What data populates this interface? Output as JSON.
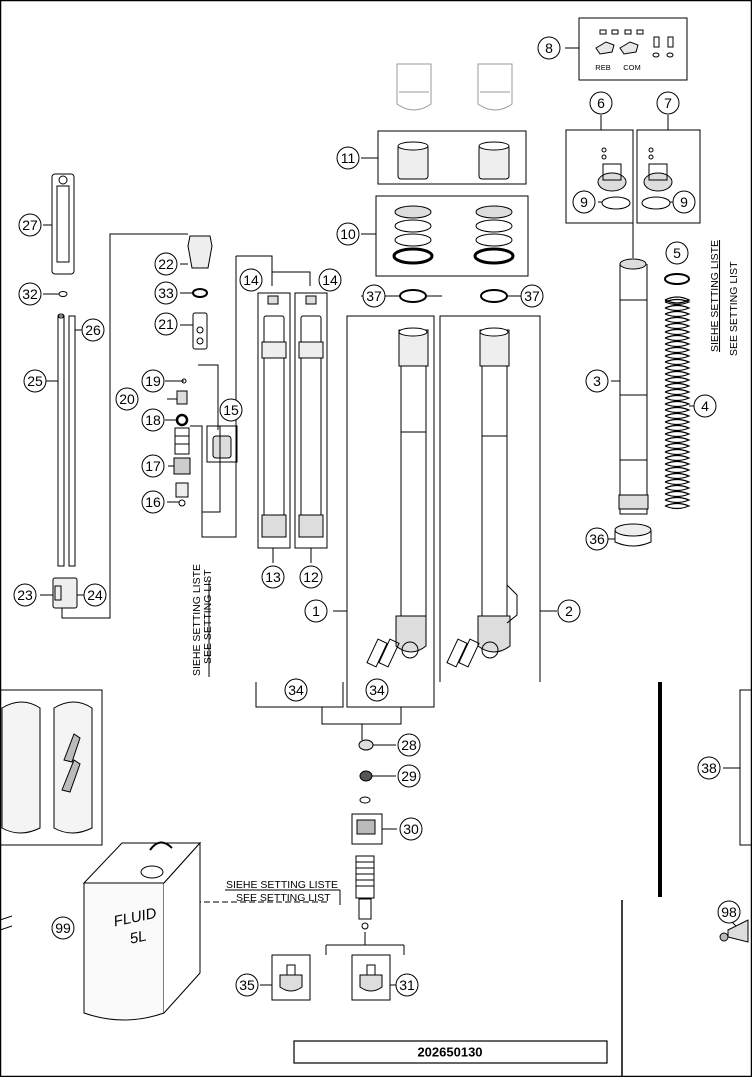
{
  "drawing_number": "202650130",
  "notes": {
    "setting_list_de": "SIEHE SETTING LISTE",
    "setting_list_en": "SEE SETTING LIST"
  },
  "adjuster_labels": {
    "rebound": "REB",
    "compression": "COM"
  },
  "oil_can": {
    "line1": "FLUID",
    "line2": "5L"
  },
  "callouts": [
    "1",
    "2",
    "3",
    "4",
    "5",
    "6",
    "7",
    "8",
    "9",
    "9",
    "10",
    "11",
    "12",
    "13",
    "14",
    "14",
    "15",
    "16",
    "17",
    "18",
    "19",
    "20",
    "21",
    "22",
    "23",
    "24",
    "25",
    "26",
    "27",
    "28",
    "29",
    "30",
    "31",
    "32",
    "33",
    "34",
    "34",
    "35",
    "36",
    "37",
    "37",
    "38",
    "98",
    "99"
  ]
}
